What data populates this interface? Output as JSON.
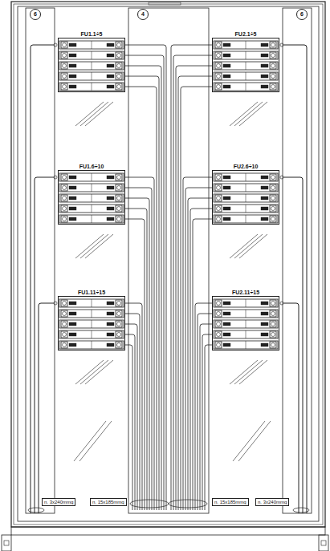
{
  "diagram": {
    "nodes": [
      {
        "text": [
          "FU1.1÷5"
        ]
      },
      {
        "text": [
          "FU2.1÷5"
        ]
      },
      {
        "text": [
          "FU1.6÷10"
        ]
      },
      {
        "text": [
          "FU2.6÷10"
        ]
      },
      {
        "text": [
          "FU1.11÷15"
        ]
      },
      {
        "text": [
          "FU2.11÷15"
        ]
      }
    ],
    "labels": [
      "6",
      "4",
      "6",
      "n. 3x240mmq",
      "n. 15x185mmq",
      "n. 15x185mmq",
      "n. 3x240mmq"
    ]
  }
}
